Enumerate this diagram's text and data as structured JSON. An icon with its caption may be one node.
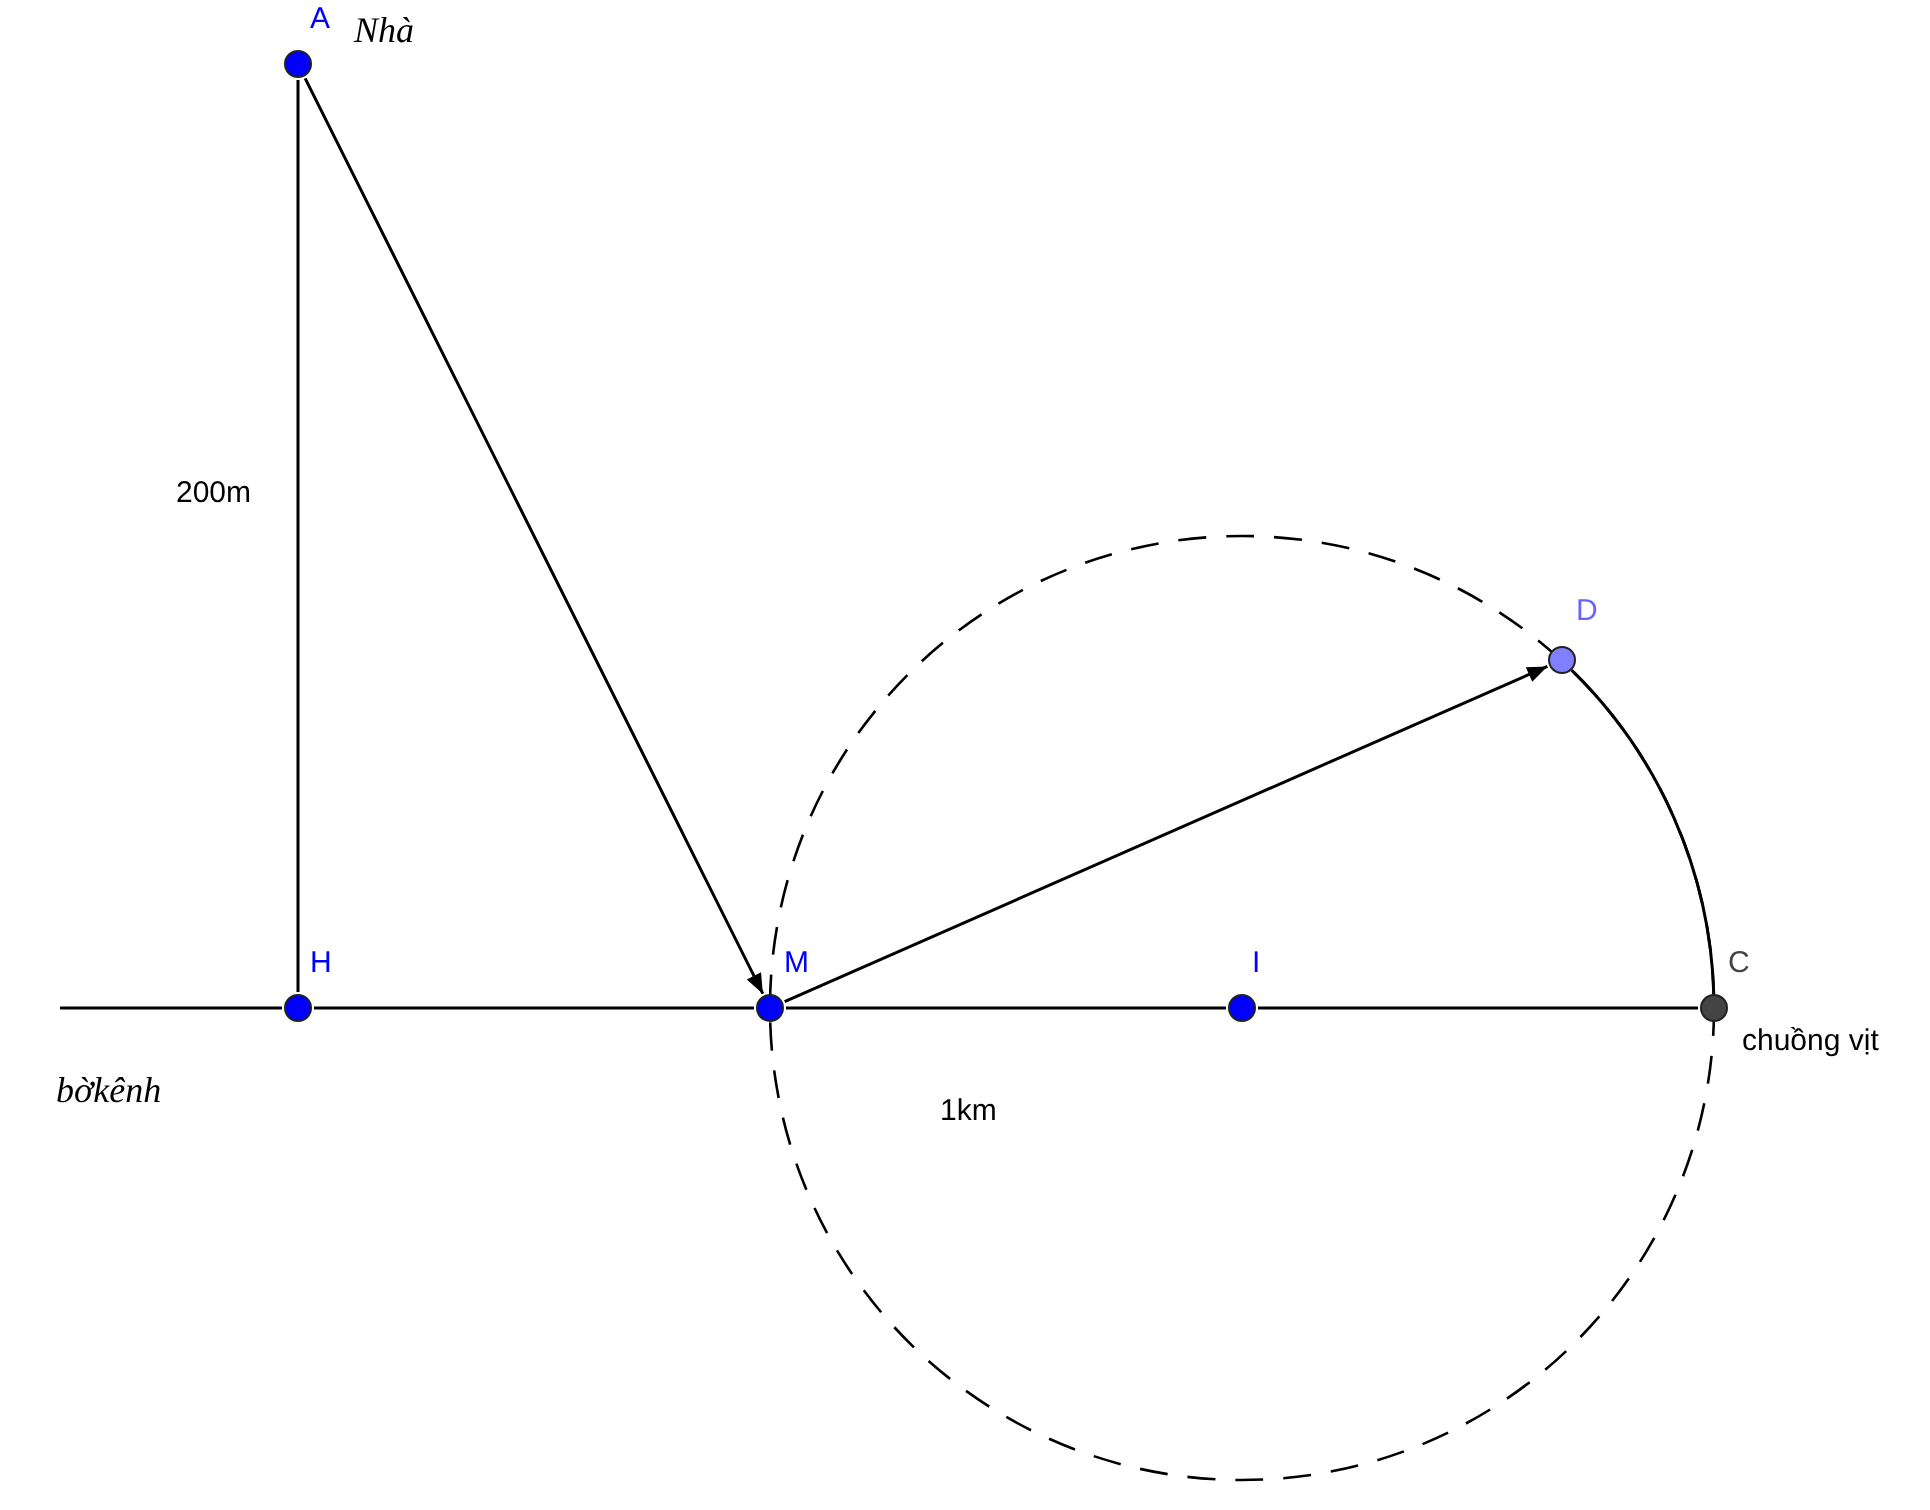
{
  "diagram": {
    "nodes": [
      {
        "text": [
          "A"
        ],
        "beside": [
          "Nhà"
        ]
      },
      {
        "text": [
          "H"
        ]
      },
      {
        "text": [
          "M"
        ]
      },
      {
        "text": [
          "I"
        ]
      },
      {
        "text": [
          "D"
        ]
      },
      {
        "text": [
          "C"
        ],
        "beside": [
          "chuồng vịt"
        ]
      }
    ],
    "edges": [
      {
        "from": 0,
        "to": 1,
        "arrow": "none"
      },
      {
        "from": 0,
        "to": 2,
        "arrow": "to"
      },
      {
        "from": 2,
        "to": 4,
        "arrow": "to"
      },
      {
        "from": 4,
        "to": 5,
        "arrow": "none"
      },
      {
        "from": null,
        "to": 1,
        "arrow": "none"
      },
      {
        "from": 1,
        "to": 2,
        "arrow": "none"
      },
      {
        "from": 2,
        "to": 3,
        "arrow": "none"
      },
      {
        "from": 3,
        "to": 5,
        "arrow": "none"
      }
    ],
    "labels": [
      "200m",
      "bờkênh",
      "1km"
    ]
  }
}
